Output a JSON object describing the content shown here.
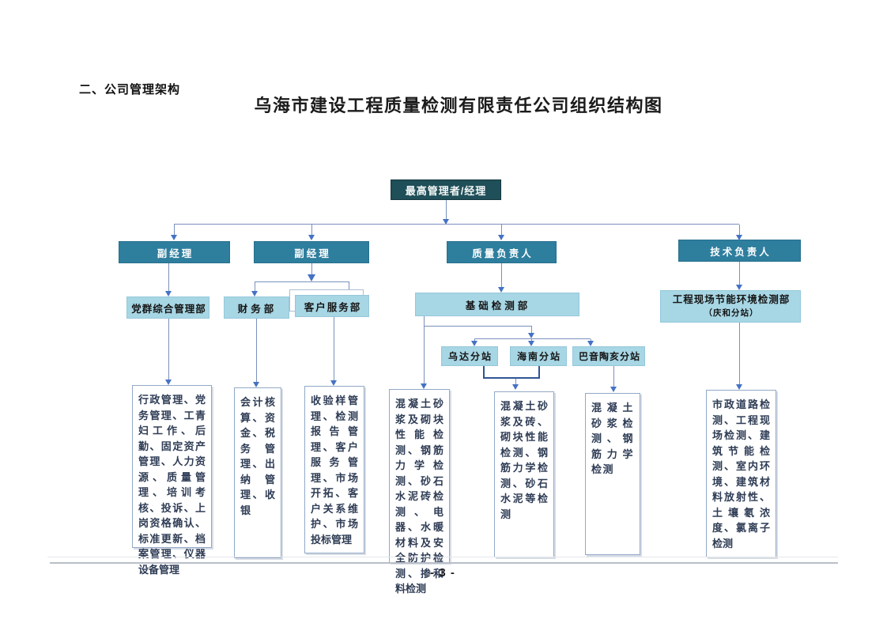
{
  "page": {
    "heading": "二、公司管理架构",
    "title": "乌海市建设工程质量检测有限责任公司组织结构图",
    "page_number": "- 3 -"
  },
  "colors": {
    "top_box": "#1f4f58",
    "level2_box": "#2e7e9e",
    "level3_box": "#a7d6e4",
    "connector_line": "#7a90bd",
    "arrowhead": "#4472c4",
    "merge_bracket": "#2f5597",
    "duty_box_border": "#92a9c7"
  },
  "org": {
    "root": {
      "label": "最高管理者/经理"
    },
    "level2": [
      {
        "label": "副经理"
      },
      {
        "label": "副经理"
      },
      {
        "label": "质量负责人"
      },
      {
        "label": "技术负责人"
      }
    ],
    "level3": [
      {
        "label": "党群综合管理部"
      },
      {
        "label": "财务部"
      },
      {
        "label": "客户服务部"
      },
      {
        "label": "基础检测部"
      },
      {
        "label": "工程现场节能环境检测部",
        "sublabel": "（庆和分站）"
      }
    ],
    "substations": [
      {
        "label": "乌达分站"
      },
      {
        "label": "海南分站"
      },
      {
        "label": "巴音陶亥分站"
      }
    ],
    "duty_boxes": [
      {
        "text": "行政管理、党务管理、工青妇工作、后勤、固定资产管理、人力资源、质量管理、培训考核、投诉、上岗资格确认、标准更新、档案管理、仪器设备管理"
      },
      {
        "text": "会计核算、资金、税务管理、出纳管理、收银"
      },
      {
        "text": "收验样管理、检测报告管理、客户服务管理、市场开拓、客户关系维护、市场投标管理"
      },
      {
        "text": "混凝土砂浆及砌块性能检测、钢筋力学检测、砂石水泥砖检测、电器、水暖材料及安全防护检测、掺和料检测"
      },
      {
        "text": "混凝土砂浆及砖、砌块性能检测、钢筋力学检测、砂石水泥等检测"
      },
      {
        "text": "混凝土砂浆检测、钢筋力学检测"
      },
      {
        "text": "市政道路检测、工程现场检测、建筑节能检测、室内环境、建筑材料放射性、土壤氡浓度、氯离子检测"
      }
    ]
  }
}
